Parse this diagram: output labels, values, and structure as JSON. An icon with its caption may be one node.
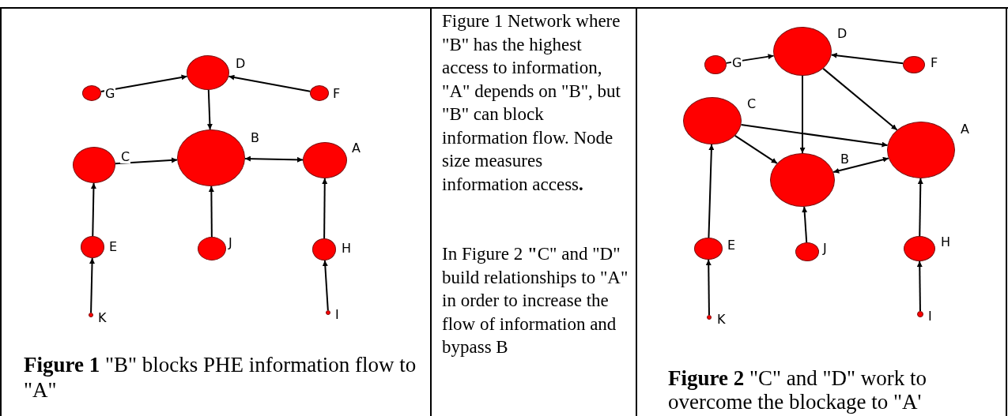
{
  "diagram": {
    "nodes": [
      {
        "text": [],
        "shape": "circle",
        "beside": [
          "D"
        ]
      },
      {
        "text": [],
        "shape": "circle",
        "beside": [
          "G"
        ]
      },
      {
        "text": [],
        "shape": "circle",
        "beside": [
          "F"
        ]
      },
      {
        "text": [],
        "shape": "circle",
        "beside": [
          "C"
        ]
      },
      {
        "text": [],
        "shape": "circle",
        "beside": [
          "B"
        ]
      },
      {
        "text": [],
        "shape": "circle",
        "beside": [
          "A"
        ]
      },
      {
        "text": [],
        "shape": "circle",
        "beside": [
          "E"
        ]
      },
      {
        "text": [],
        "shape": "circle",
        "beside": [
          "J"
        ]
      },
      {
        "text": [],
        "shape": "circle",
        "beside": [
          "H"
        ]
      },
      {
        "text": [],
        "shape": "circle",
        "beside": [
          "K"
        ]
      },
      {
        "text": [],
        "shape": "circle",
        "beside": [
          "I"
        ]
      },
      {
        "text": [],
        "shape": "circle",
        "beside": [
          "D"
        ]
      },
      {
        "text": [],
        "shape": "circle",
        "beside": [
          "G"
        ]
      },
      {
        "text": [],
        "shape": "circle",
        "beside": [
          "F"
        ]
      },
      {
        "text": [],
        "shape": "circle",
        "beside": [
          "C"
        ]
      },
      {
        "text": [],
        "shape": "circle",
        "beside": [
          "A"
        ]
      },
      {
        "text": [],
        "shape": "circle",
        "beside": [
          "B"
        ]
      },
      {
        "text": [],
        "shape": "circle",
        "beside": [
          "E"
        ]
      },
      {
        "text": [],
        "shape": "circle",
        "beside": [
          "J"
        ]
      },
      {
        "text": [],
        "shape": "circle",
        "beside": [
          "H"
        ]
      },
      {
        "text": [],
        "shape": "circle",
        "beside": [
          "K"
        ]
      },
      {
        "text": [],
        "shape": "circle",
        "beside": [
          "I"
        ]
      }
    ],
    "edges": [
      {
        "from": 1,
        "to": 0,
        "arrow": "to"
      },
      {
        "from": 2,
        "to": 0,
        "arrow": "to"
      },
      {
        "from": 0,
        "to": 4,
        "arrow": "to"
      },
      {
        "from": 3,
        "to": 4,
        "arrow": "to"
      },
      {
        "from": 4,
        "to": 5,
        "arrow": "both"
      },
      {
        "from": 6,
        "to": 3,
        "arrow": "to"
      },
      {
        "from": 7,
        "to": 4,
        "arrow": "to"
      },
      {
        "from": 8,
        "to": 5,
        "arrow": "to"
      },
      {
        "from": 9,
        "to": 6,
        "arrow": "to"
      },
      {
        "from": 10,
        "to": 8,
        "arrow": "to"
      },
      {
        "from": 12,
        "to": 11,
        "arrow": "to"
      },
      {
        "from": 13,
        "to": 11,
        "arrow": "to"
      },
      {
        "from": 11,
        "to": 16,
        "arrow": "to"
      },
      {
        "from": 11,
        "to": 15,
        "arrow": "to"
      },
      {
        "from": 14,
        "to": 15,
        "arrow": "to"
      },
      {
        "from": 14,
        "to": 16,
        "arrow": "to"
      },
      {
        "from": 16,
        "to": 15,
        "arrow": "both"
      },
      {
        "from": 17,
        "to": 14,
        "arrow": "to"
      },
      {
        "from": 18,
        "to": 16,
        "arrow": "to"
      },
      {
        "from": 19,
        "to": 15,
        "arrow": "to"
      },
      {
        "from": 20,
        "to": 17,
        "arrow": "to"
      },
      {
        "from": 21,
        "to": 19,
        "arrow": "to"
      }
    ],
    "labels": [
      "Figure 1 Network where \"B\" has the highest access to information, \"A\" depends on \"B\", but \"B\" can block information flow. Node size measures information access**.**",
      "In Figure 2 **\"**C\" and \"D\" build relationships to \"A\" in order to increase the flow of information and bypass B",
      "**Figure 1**  \"B\" blocks PHE information flow to \"A\"",
      "**Figure 2**  \"C\" and \"D\" work to overcome the blockage to \"A'"
    ]
  }
}
